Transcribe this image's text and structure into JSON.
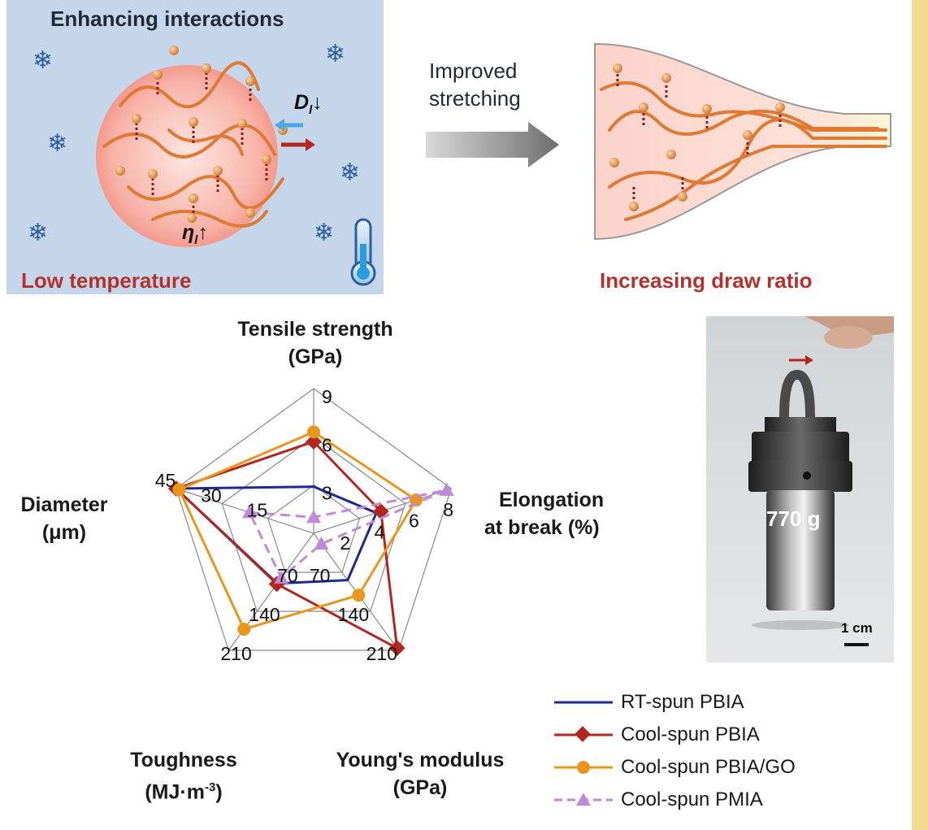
{
  "figure": {
    "left_panel": {
      "title": "Enhancing interactions",
      "caption": "Low temperature",
      "diffusion_label": "D",
      "diffusion_subscript": "l",
      "viscosity_label": "η",
      "viscosity_subscript": "l"
    },
    "arrow_label_line1": "Improved",
    "arrow_label_line2": "stretching",
    "right_caption": "Increasing draw ratio",
    "photo": {
      "mass_label": "770 g",
      "scale_label": "1 cm"
    }
  },
  "chart_data": {
    "type": "radar",
    "axes": [
      {
        "title_line1": "Tensile strength",
        "title_line2": "(GPa)",
        "ticks": [
          "3",
          "6",
          "9"
        ],
        "range": [
          0,
          9
        ]
      },
      {
        "title_line1": "Elongation",
        "title_line2": "at break (%)",
        "ticks": [
          "2",
          "4",
          "6",
          "8"
        ],
        "range": [
          0,
          9
        ]
      },
      {
        "title_line1": "Young's modulus",
        "title_line2": "(GPa)",
        "ticks": [
          "70",
          "140",
          "210"
        ],
        "range": [
          0,
          210
        ]
      },
      {
        "title_line1": "Toughness",
        "title_line2": "(MJ·m",
        "title_sup": "-3",
        "title_end": ")",
        "ticks": [
          "70",
          "140",
          "210"
        ],
        "range": [
          0,
          210
        ]
      },
      {
        "title_line1": "Diameter",
        "title_line2": "(μm)",
        "ticks": [
          "15",
          "30",
          "45"
        ],
        "range": [
          0,
          45
        ]
      }
    ],
    "series": [
      {
        "name": "RT-spun PBIA",
        "color": "#1f2a8f",
        "marker": "none",
        "dash": false,
        "values": [
          2.9,
          4.1,
          84,
          90,
          45
        ]
      },
      {
        "name": "Cool-spun PBIA",
        "color": "#b3261e",
        "marker": "diamond",
        "dash": false,
        "values": [
          5.7,
          4.4,
          206,
          91,
          45
        ]
      },
      {
        "name": "Cool-spun PBIA/GO",
        "color": "#e8961e",
        "marker": "circle",
        "dash": false,
        "values": [
          6.3,
          6.7,
          111,
          172,
          44
        ]
      },
      {
        "name": "Cool-spun PMIA",
        "color": "#c08ad8",
        "marker": "triangle",
        "dash": true,
        "values": [
          1.0,
          8.7,
          19,
          80,
          21
        ],
        "path_order": [
          4,
          0,
          1,
          2,
          3
        ]
      }
    ]
  }
}
